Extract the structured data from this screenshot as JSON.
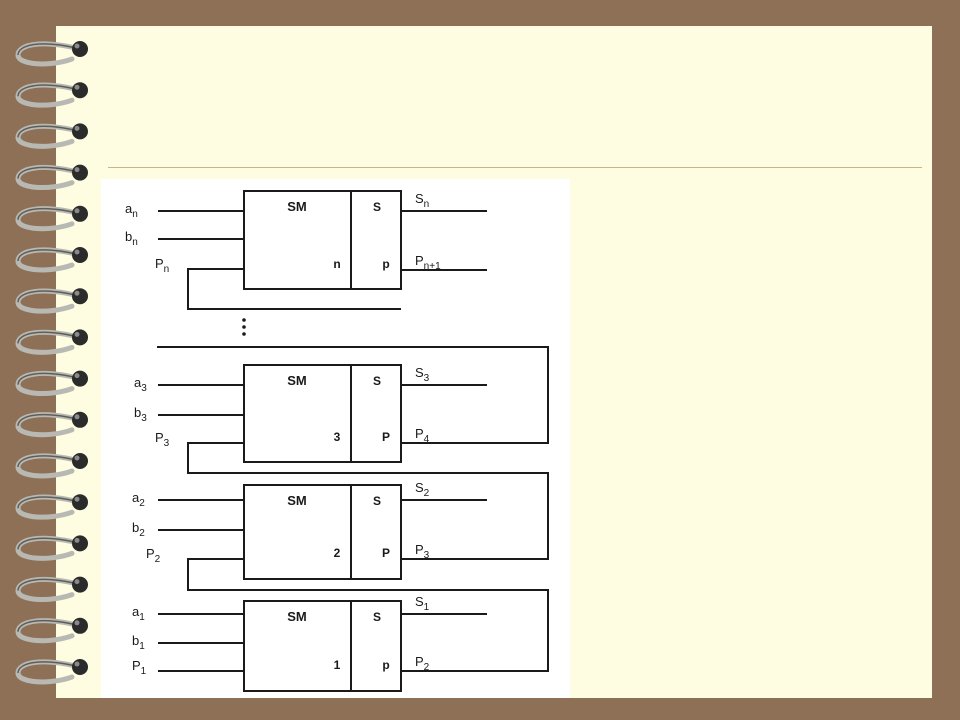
{
  "slide": {
    "colors": {
      "background": "#8e7057",
      "paper": "#fefde2",
      "rule": "#c8b48a",
      "ink": "#1a1a1a"
    },
    "binder_ring_count": 16
  },
  "diagram": {
    "stages": [
      {
        "block": "SM",
        "s_label": "S",
        "index": "n",
        "p_label": "p",
        "a": {
          "base": "a",
          "sub": "n"
        },
        "b": {
          "base": "b",
          "sub": "n"
        },
        "pin": {
          "base": "P",
          "sub": "n"
        },
        "sum": {
          "base": "S",
          "sub": "n"
        },
        "pout": {
          "base": "P",
          "sub": "n+1"
        }
      },
      {
        "block": "SM",
        "s_label": "S",
        "index": "3",
        "p_label": "P",
        "a": {
          "base": "a",
          "sub": "3"
        },
        "b": {
          "base": "b",
          "sub": "3"
        },
        "pin": {
          "base": "P",
          "sub": "3"
        },
        "sum": {
          "base": "S",
          "sub": "3"
        },
        "pout": {
          "base": "P",
          "sub": "4"
        }
      },
      {
        "block": "SM",
        "s_label": "S",
        "index": "2",
        "p_label": "P",
        "a": {
          "base": "a",
          "sub": "2"
        },
        "b": {
          "base": "b",
          "sub": "2"
        },
        "pin": {
          "base": "P",
          "sub": "2"
        },
        "sum": {
          "base": "S",
          "sub": "2"
        },
        "pout": {
          "base": "P",
          "sub": "3"
        }
      },
      {
        "block": "SM",
        "s_label": "S",
        "index": "1",
        "p_label": "p",
        "a": {
          "base": "a",
          "sub": "1"
        },
        "b": {
          "base": "b",
          "sub": "1"
        },
        "pin": {
          "base": "P",
          "sub": "1"
        },
        "sum": {
          "base": "S",
          "sub": "1"
        },
        "pout": {
          "base": "P",
          "sub": "2"
        }
      }
    ]
  }
}
